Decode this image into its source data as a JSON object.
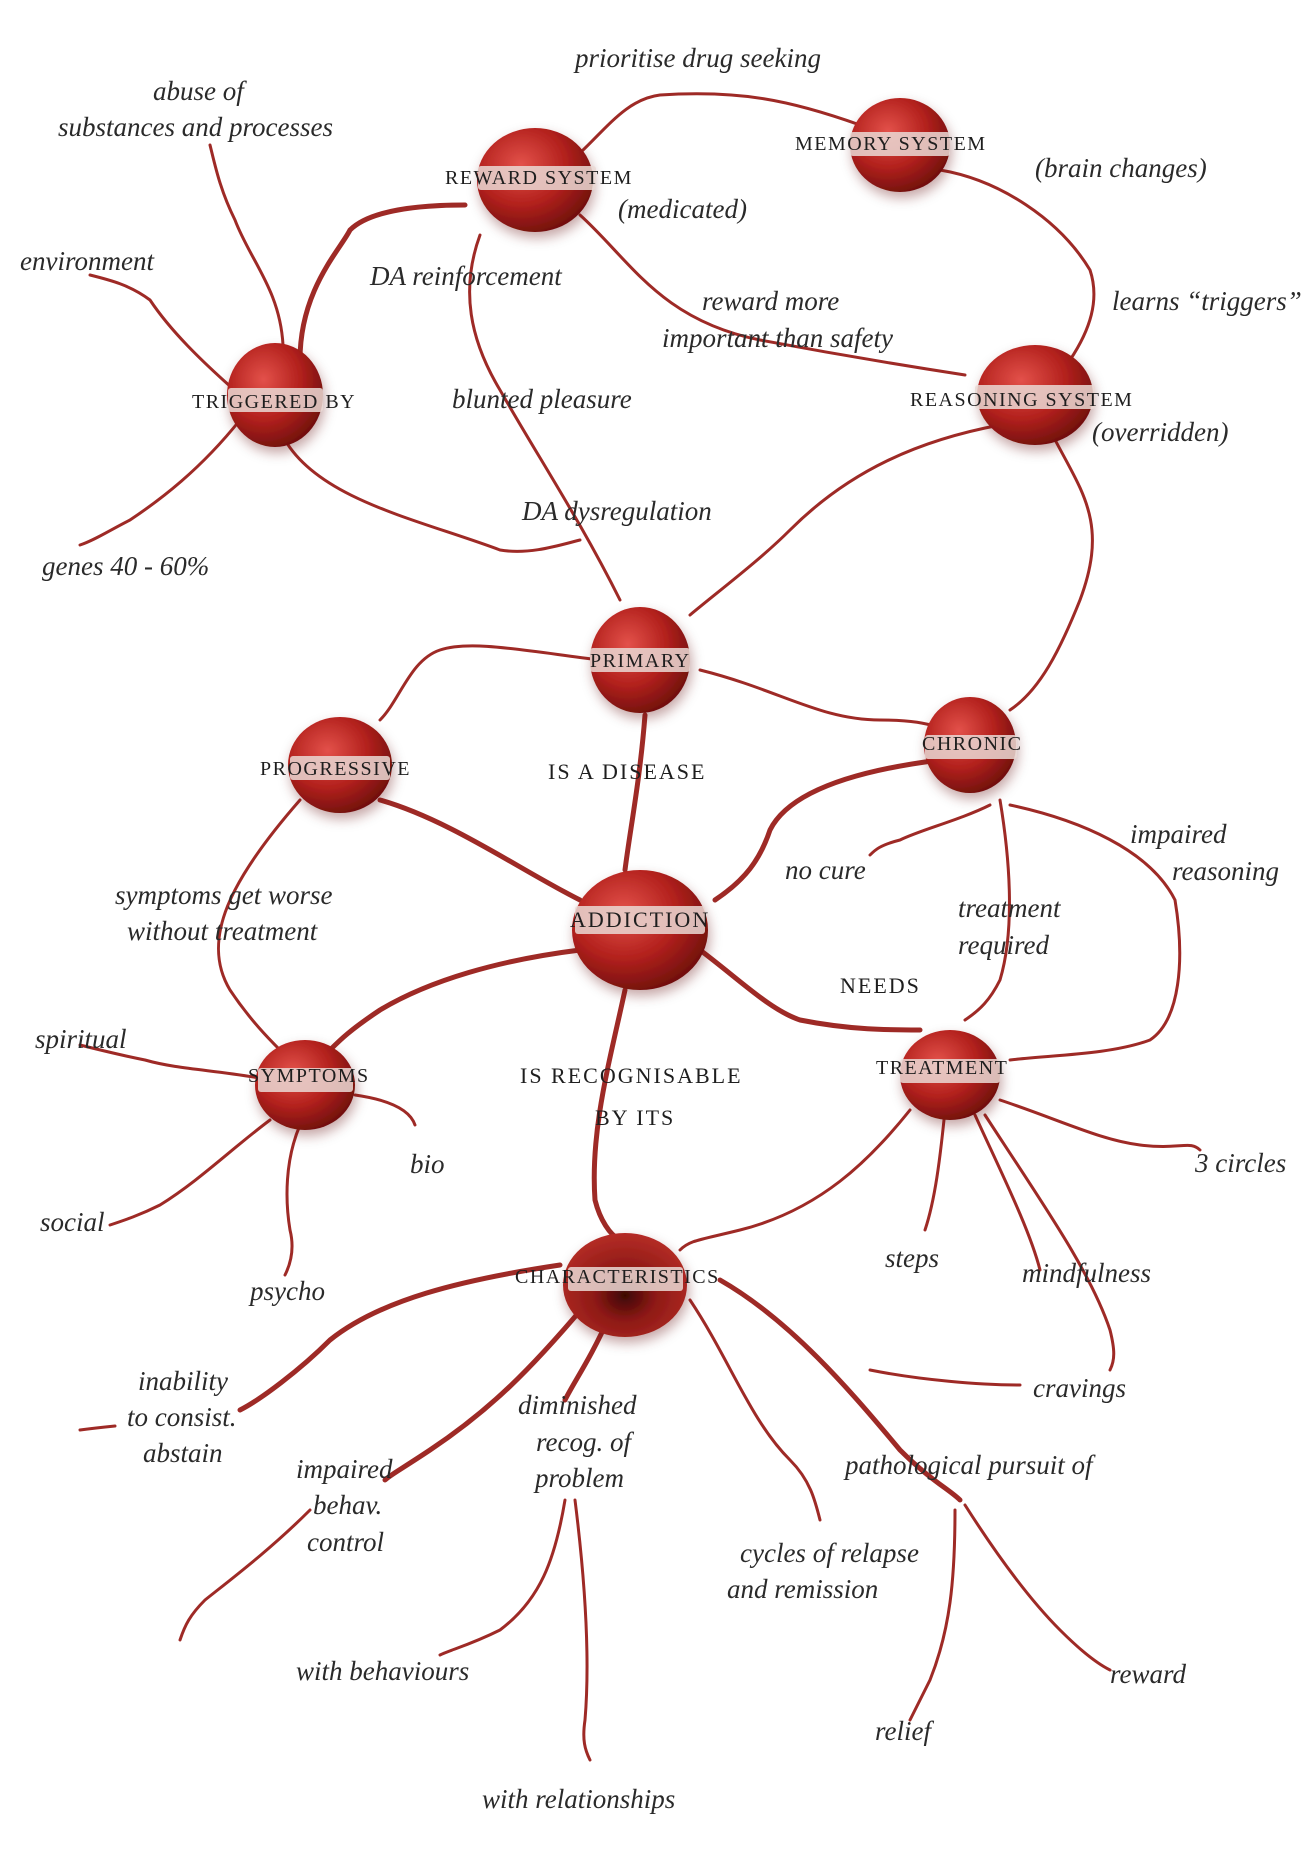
{
  "nodes": {
    "addiction": "ADDICTION",
    "primary": "PRIMARY",
    "progressive": "PROGRESSIVE",
    "chronic": "CHRONIC",
    "symptoms": "SYMPTOMS",
    "treatment": "TREATMENT",
    "characteristics": "CHARACTERISTICS",
    "triggered_by": "TRIGGERED BY",
    "reward_system": "REWARD SYSTEM",
    "memory_system": "MEMORY SYSTEM",
    "reasoning_system": "REASONING SYSTEM"
  },
  "connectors": {
    "is_a_disease": "IS A DISEASE",
    "needs": "NEEDS",
    "is_recognisable_line1": "IS RECOGNISABLE",
    "is_recognisable_line2": "BY ITS"
  },
  "labels": {
    "abuse_line1": "abuse of",
    "abuse_line2": "substances and processes",
    "environment": "environment",
    "genes": "genes 40 - 60%",
    "prioritise": "prioritise drug seeking",
    "medicated": "(medicated)",
    "brain_changes": "(brain changes)",
    "da_reinforcement": "DA reinforcement",
    "reward_more_line1": "reward more",
    "reward_more_line2": "important than safety",
    "learns_triggers": "learns “triggers”",
    "blunted_pleasure": "blunted pleasure",
    "overridden": "(overridden)",
    "da_dysregulation": "DA dysregulation",
    "no_cure": "no cure",
    "impaired_reasoning_line1": "impaired",
    "impaired_reasoning_line2": "reasoning",
    "treatment_required_line1": "treatment",
    "treatment_required_line2": "required",
    "symptoms_worse_line1": "symptoms get worse",
    "symptoms_worse_line2": "without treatment",
    "spiritual": "spiritual",
    "bio": "bio",
    "social": "social",
    "psycho": "psycho",
    "three_circles": "3 circles",
    "steps": "steps",
    "mindfulness": "mindfulness",
    "cravings": "cravings",
    "inability_line1": "inability",
    "inability_line2": "to consist.",
    "inability_line3": "abstain",
    "impaired_behav_line1": "impaired",
    "impaired_behav_line2": "behav.",
    "impaired_behav_line3": "control",
    "diminished_line1": "diminished",
    "diminished_line2": "recog. of",
    "diminished_line3": "problem",
    "pathological": "pathological pursuit of",
    "cycles_line1": "cycles of relapse",
    "cycles_line2": "and remission",
    "with_behaviours": "with behaviours",
    "with_relationships": "with relationships",
    "relief": "relief",
    "reward": "reward"
  },
  "colors": {
    "neuron": "#b3211d",
    "neuron_dark": "#5a0b09",
    "neuron_light": "#e3514a",
    "axon": "#9e2a26",
    "label_band": "#ead9d5"
  }
}
